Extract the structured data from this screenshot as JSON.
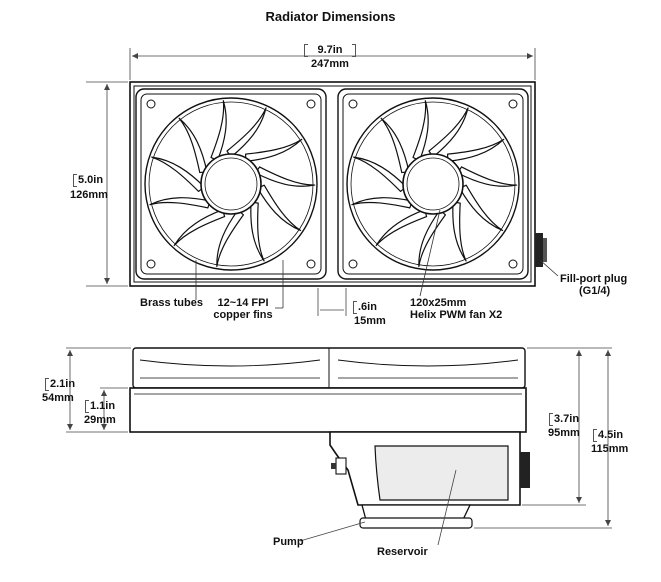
{
  "title": "Radiator Dimensions",
  "dimensions": {
    "width_in": "9.7in",
    "width_mm": "247mm",
    "height_in": "5.0in",
    "height_mm": "126mm",
    "gap_in": ".6in",
    "gap_mm": "15mm",
    "thick_in": "2.1in",
    "thick_mm": "54mm",
    "fan_in": "1.1in",
    "fan_mm": "29mm",
    "res_in": "3.7in",
    "res_mm": "95mm",
    "total_in": "4.5in",
    "total_mm": "115mm"
  },
  "callouts": {
    "brass_tubes": "Brass tubes",
    "fins_line1": "12~14 FPI",
    "fins_line2": "copper fins",
    "fan_line1": "120x25mm",
    "fan_line2": "Helix PWM fan X2",
    "fill_line1": "Fill-port plug",
    "fill_line2": "(G1/4)",
    "pump": "Pump",
    "reservoir": "Reservoir"
  }
}
